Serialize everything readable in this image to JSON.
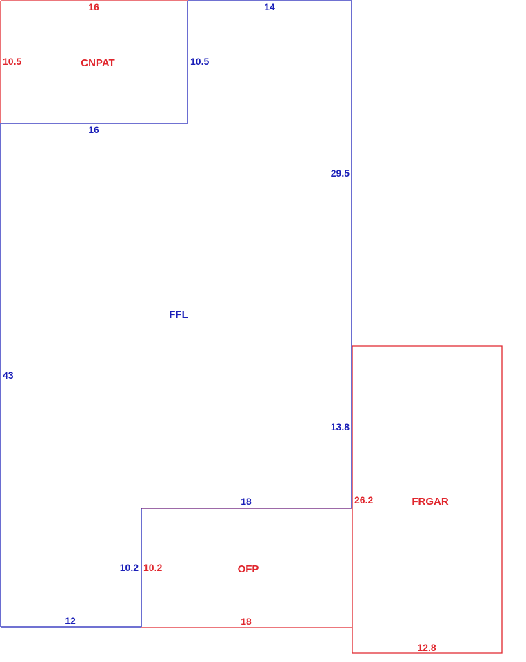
{
  "colors": {
    "red": "#e0262d",
    "blue": "#1a1fb8"
  },
  "areas": {
    "cnpat": {
      "name": "CNPAT",
      "top": "16",
      "left": "10.5",
      "right": "10.5",
      "bottom": "16"
    },
    "ffl": {
      "name": "FFL",
      "top": "14",
      "right_upper": "29.5",
      "right_lower": "13.8",
      "left": "43",
      "bottom": "12",
      "notch_top": "18",
      "notch_side": "10.2"
    },
    "ofp": {
      "name": "OFP",
      "left": "10.2",
      "bottom": "18"
    },
    "frgar": {
      "name": "FRGAR",
      "left": "26.2",
      "bottom": "12.8"
    }
  }
}
